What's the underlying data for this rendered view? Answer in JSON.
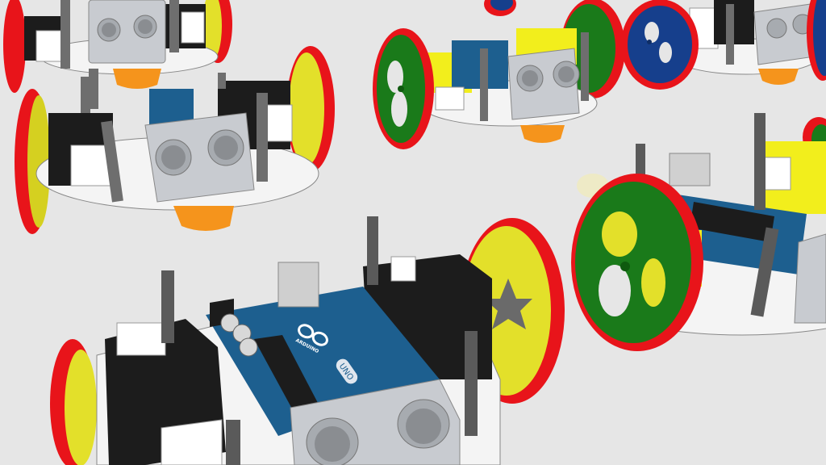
{
  "scene": {
    "description": "3D CAD render of several two-wheeled robot chassis kits with ultrasonic sensors and Arduino boards",
    "background": "#e6e6e6",
    "colors": {
      "tire_red": "#e8141a",
      "wheel_yellow": "#e3e02a",
      "wheel_green": "#1a7a1a",
      "wheel_blue": "#163f8c",
      "motor_yellow": "#f2ee1c",
      "servo_black": "#1c1c1c",
      "plate_white": "#f4f4f4",
      "sensor_gray": "#c8cbd0",
      "standoff_gray": "#6e6e6e",
      "caster_orange": "#f5941c",
      "pcb_blue": "#1d5f8f"
    },
    "robots": [
      {
        "id": "robot-top-left",
        "wheels": "red-yellow",
        "board": "arduino-nano",
        "motors": "servo"
      },
      {
        "id": "robot-mid-left",
        "wheels": "red-yellow",
        "board": "arduino-nano",
        "motors": "servo"
      },
      {
        "id": "robot-top-center",
        "wheels": "red-green",
        "board": "arduino-nano",
        "motors": "yellow-gearmotor"
      },
      {
        "id": "robot-top-right",
        "wheels": "red-blue",
        "board": "arduino-nano",
        "motors": "gearmotor"
      },
      {
        "id": "robot-mid-right",
        "wheels": "red-green",
        "board": "arduino-uno",
        "motors": "yellow-gearmotor"
      },
      {
        "id": "robot-bottom",
        "wheels": "red-yellow",
        "board": "arduino-uno",
        "motors": "servo"
      }
    ],
    "board_labels": {
      "brand": "ARDUINO",
      "model": "UNO"
    }
  }
}
